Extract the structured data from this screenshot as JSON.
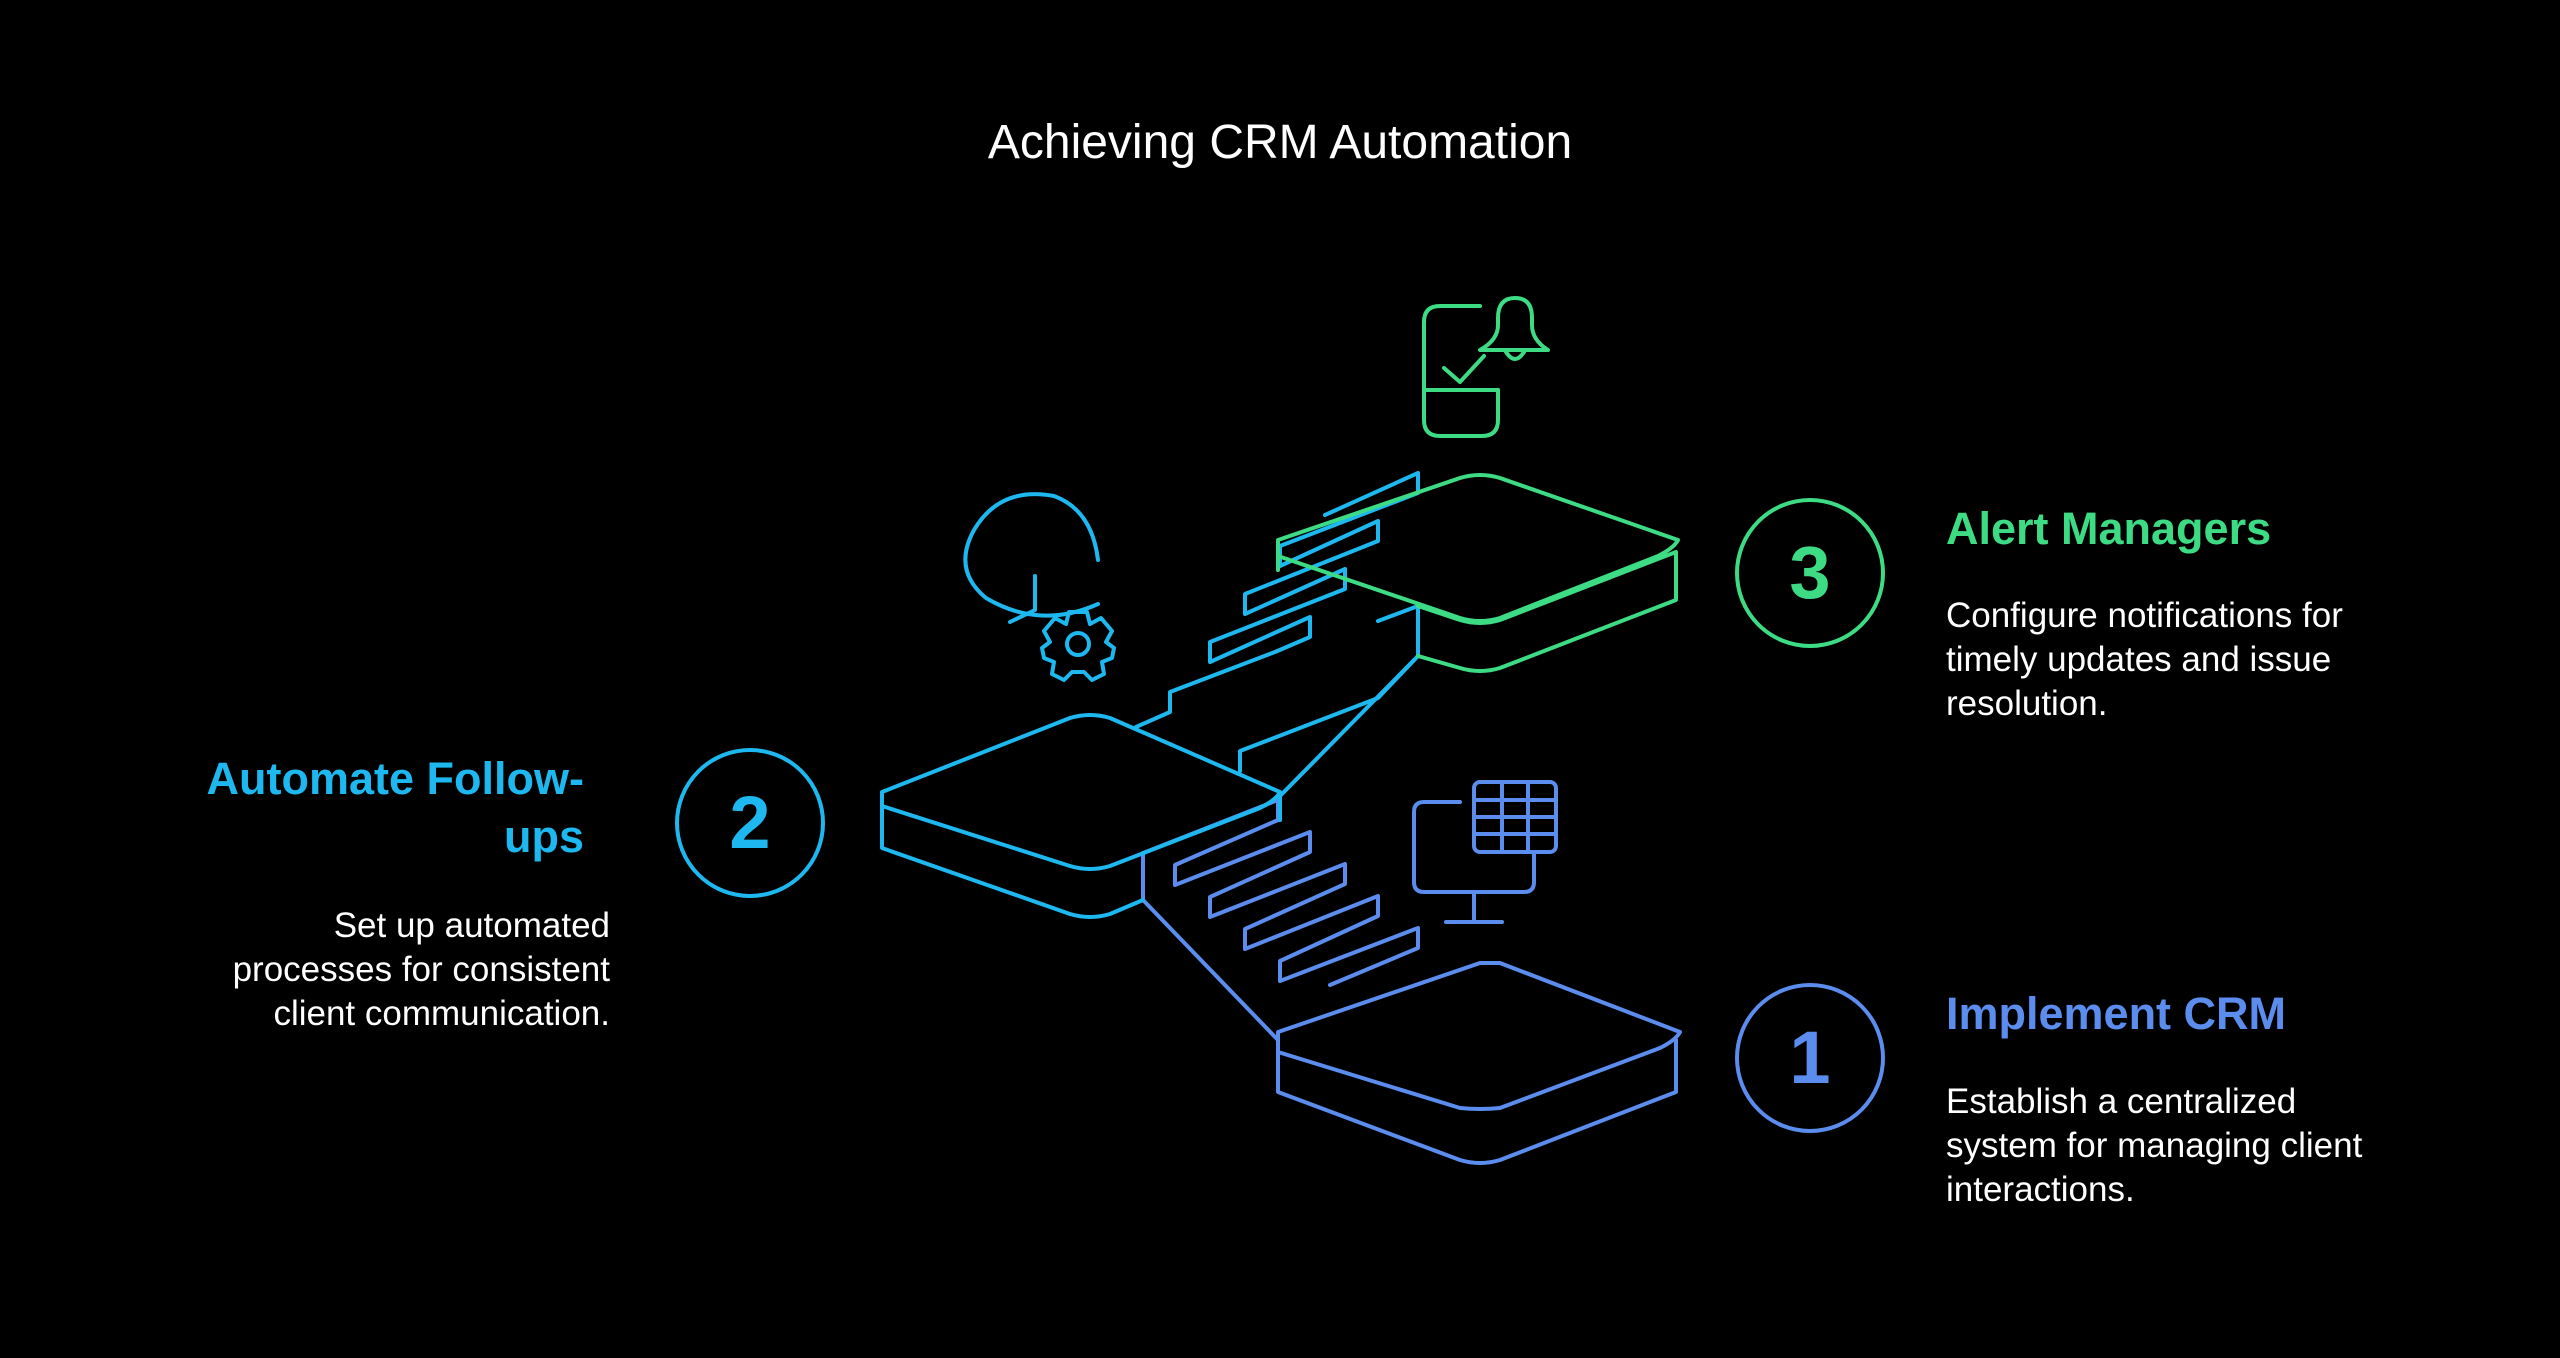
{
  "title": "Achieving CRM Automation",
  "colors": {
    "background": "#000000",
    "step1": "#5B8DEF",
    "step2": "#1EB8F0",
    "step3": "#3DDC84",
    "text": "#FFFFFF"
  },
  "steps": [
    {
      "number": "1",
      "heading": "Implement CRM",
      "description": "Establish a centralized system for managing client interactions.",
      "icon": "monitor-table-icon"
    },
    {
      "number": "2",
      "heading": "Automate Follow-ups",
      "description": "Set up automated processes for consistent client communication.",
      "icon": "clock-gear-icon"
    },
    {
      "number": "3",
      "heading": "Alert Managers",
      "description": "Configure notifications for timely updates and issue resolution.",
      "icon": "phone-bell-icon"
    }
  ]
}
